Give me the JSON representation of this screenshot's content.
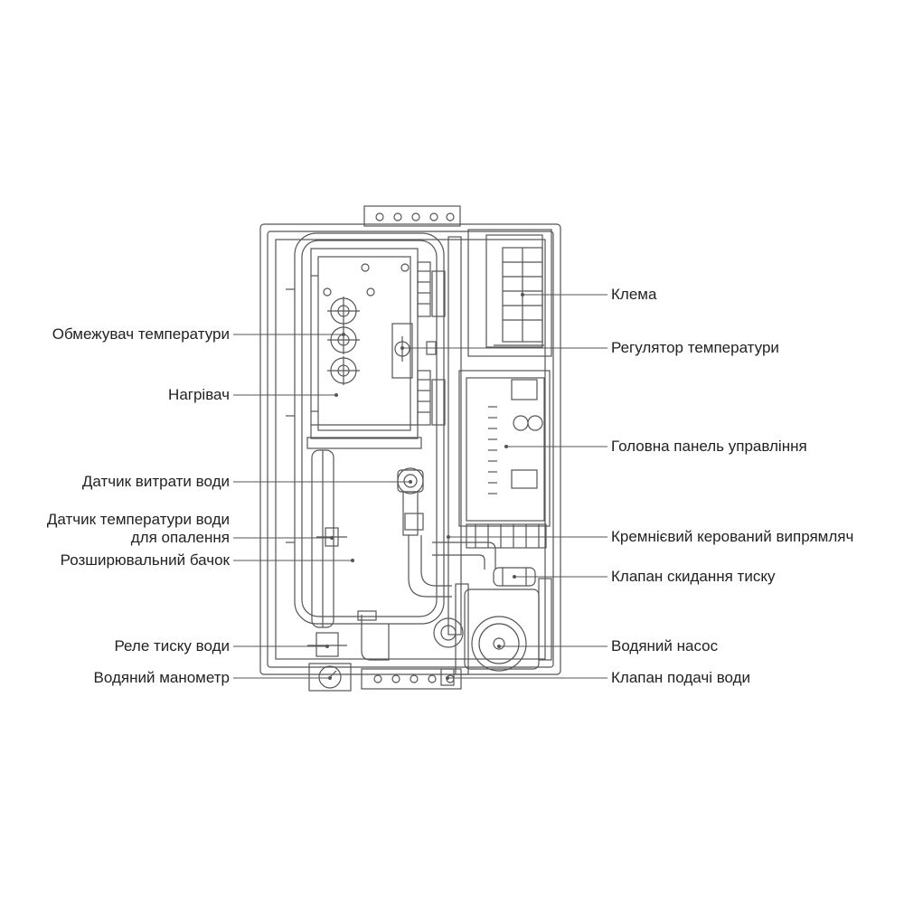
{
  "colors": {
    "line": "#555555",
    "text": "#222222",
    "background": "#ffffff"
  },
  "labels_left": [
    {
      "id": "temp-limiter",
      "lines": [
        "Обмежувач температури"
      ]
    },
    {
      "id": "heater",
      "lines": [
        "Нагрівач"
      ]
    },
    {
      "id": "flow-sensor",
      "lines": [
        "Датчик витрати води"
      ]
    },
    {
      "id": "heating-temp-sensor",
      "lines": [
        "Датчик температури води",
        "для опалення"
      ]
    },
    {
      "id": "expansion-tank",
      "lines": [
        "Розширювальний бачок"
      ]
    },
    {
      "id": "pressure-relay",
      "lines": [
        "Реле тиску води"
      ]
    },
    {
      "id": "manometer",
      "lines": [
        "Водяний манометр"
      ]
    }
  ],
  "labels_right": [
    {
      "id": "terminal",
      "lines": [
        "Клема"
      ]
    },
    {
      "id": "temp-regulator",
      "lines": [
        "Регулятор температури"
      ]
    },
    {
      "id": "main-panel",
      "lines": [
        "Головна панель управління"
      ]
    },
    {
      "id": "scr",
      "lines": [
        "Кремнієвий керований випрямляч"
      ]
    },
    {
      "id": "relief-valve",
      "lines": [
        "Клапан скидання тиску"
      ]
    },
    {
      "id": "pump",
      "lines": [
        "Водяний насос"
      ]
    },
    {
      "id": "supply-valve",
      "lines": [
        "Клапан подачі води"
      ]
    }
  ]
}
